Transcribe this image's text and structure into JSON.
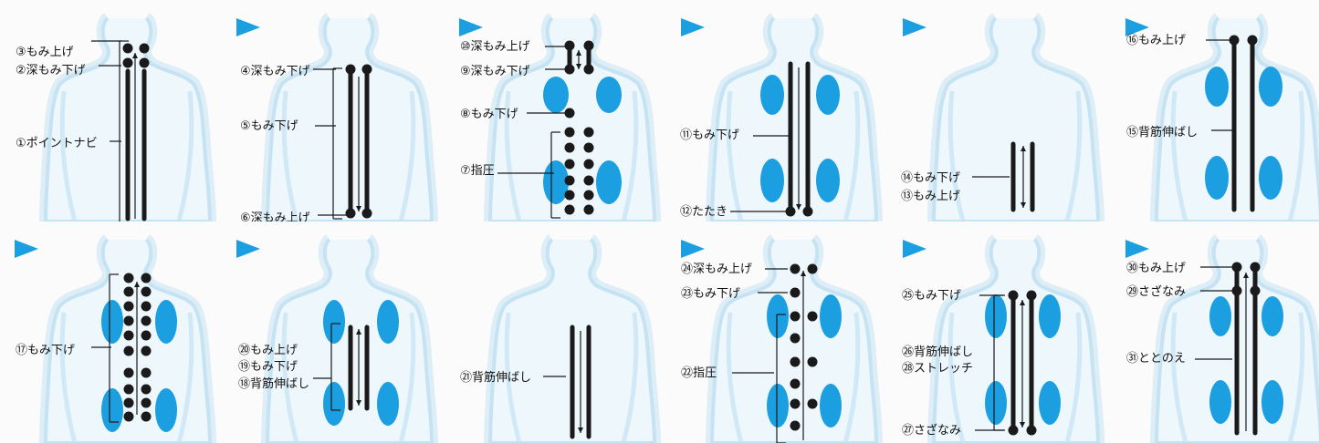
{
  "colors": {
    "body_outline": "#c5e3f3",
    "body_fill": "#eef7fc",
    "spot": "#1b9fe0",
    "stroke": "#1a1a1a",
    "pointer": "#1b9fe0"
  },
  "panels": [
    {
      "steps": [
        {
          "label": "③もみ上げ"
        },
        {
          "label": "②深もみ下げ"
        },
        {
          "label": "①ポイントナビ"
        }
      ]
    },
    {
      "steps": [
        {
          "label": "④深もみ下げ"
        },
        {
          "label": "⑤もみ下げ"
        },
        {
          "label": "⑥深もみ上げ"
        }
      ]
    },
    {
      "steps": [
        {
          "label": "⑩深もみ上げ"
        },
        {
          "label": "⑨深もみ下げ"
        },
        {
          "label": "⑧もみ下げ"
        },
        {
          "label": "⑦指圧"
        }
      ]
    },
    {
      "steps": [
        {
          "label": "⑪もみ下げ"
        },
        {
          "label": "⑫たたき"
        }
      ]
    },
    {
      "steps": [
        {
          "label": "⑭もみ下げ"
        },
        {
          "label": "⑬もみ上げ"
        }
      ]
    },
    {
      "steps": [
        {
          "label": "⑯もみ上げ"
        },
        {
          "label": "⑮背筋伸ばし"
        }
      ]
    },
    {
      "steps": [
        {
          "label": "⑰もみ下げ"
        }
      ]
    },
    {
      "steps": [
        {
          "label": "⑳もみ上げ"
        },
        {
          "label": "⑲もみ下げ"
        },
        {
          "label": "⑱背筋伸ばし"
        }
      ]
    },
    {
      "steps": [
        {
          "label": "㉑背筋伸ばし"
        }
      ]
    },
    {
      "steps": [
        {
          "label": "㉔深もみ上げ"
        },
        {
          "label": "㉓もみ下げ"
        },
        {
          "label": "㉒指圧"
        }
      ]
    },
    {
      "steps": [
        {
          "label": "㉕もみ下げ"
        },
        {
          "label": "㉖背筋伸ばし"
        },
        {
          "label": "㉘ストレッチ"
        },
        {
          "label": "㉗さざなみ"
        }
      ]
    },
    {
      "steps": [
        {
          "label": "㉚もみ上げ"
        },
        {
          "label": "㉙さざなみ"
        },
        {
          "label": "㉛ととのえ"
        }
      ]
    }
  ]
}
